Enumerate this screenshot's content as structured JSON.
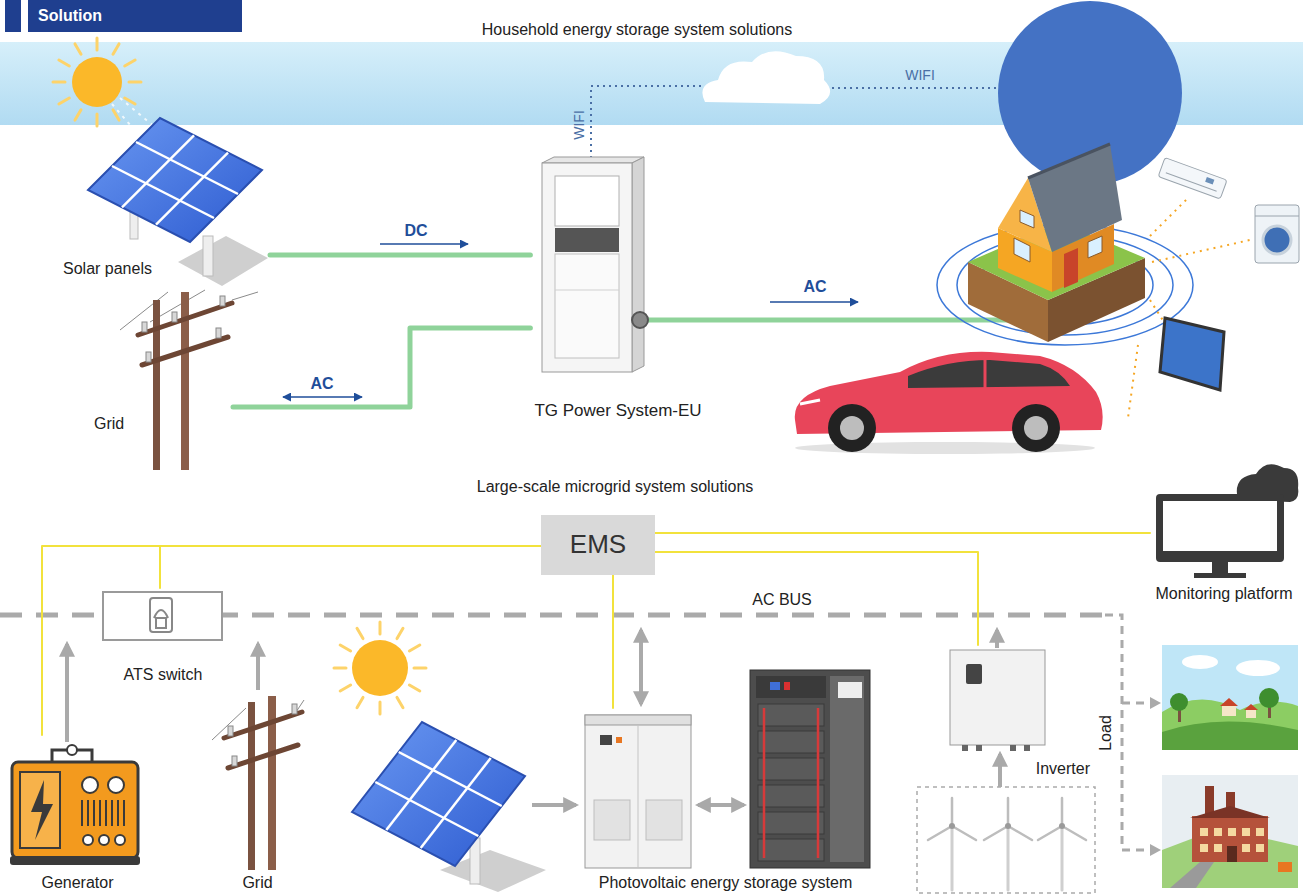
{
  "diagram": {
    "title": "Solution",
    "nodes": [
      {
        "text": [
          "Solar panels"
        ]
      },
      {
        "text": [
          "Grid"
        ]
      },
      {
        "text": [
          "TG Power System-EU"
        ]
      },
      {
        "text": [
          "EMS"
        ]
      },
      {
        "text": [
          "Monitoring platform"
        ]
      },
      {
        "text": [
          "ATS switch"
        ]
      },
      {
        "text": [
          "Generator"
        ]
      },
      {
        "text": [
          "Grid"
        ]
      },
      {
        "text": [
          "Photovoltaic energy storage system"
        ]
      },
      {
        "text": [
          "Inverter"
        ]
      }
    ],
    "edges": [
      {
        "from": 0,
        "to": 2,
        "label": "DC",
        "arrow": "none"
      },
      {
        "from": 1,
        "to": 2,
        "label": "AC",
        "arrow": "none"
      },
      {
        "from": 3,
        "to": 4,
        "arrow": "none"
      },
      {
        "from": 3,
        "to": 5,
        "arrow": "none"
      },
      {
        "from": 3,
        "to": 6,
        "arrow": "none"
      },
      {
        "from": 3,
        "to": 8,
        "arrow": "none"
      },
      {
        "from": 3,
        "to": 9,
        "arrow": "none"
      }
    ],
    "labels": [
      "Household energy storage system solutions",
      "WIFI",
      "WIFI",
      "AC",
      "Large-scale microgrid system solutions",
      "AC BUS",
      "Load"
    ]
  }
}
